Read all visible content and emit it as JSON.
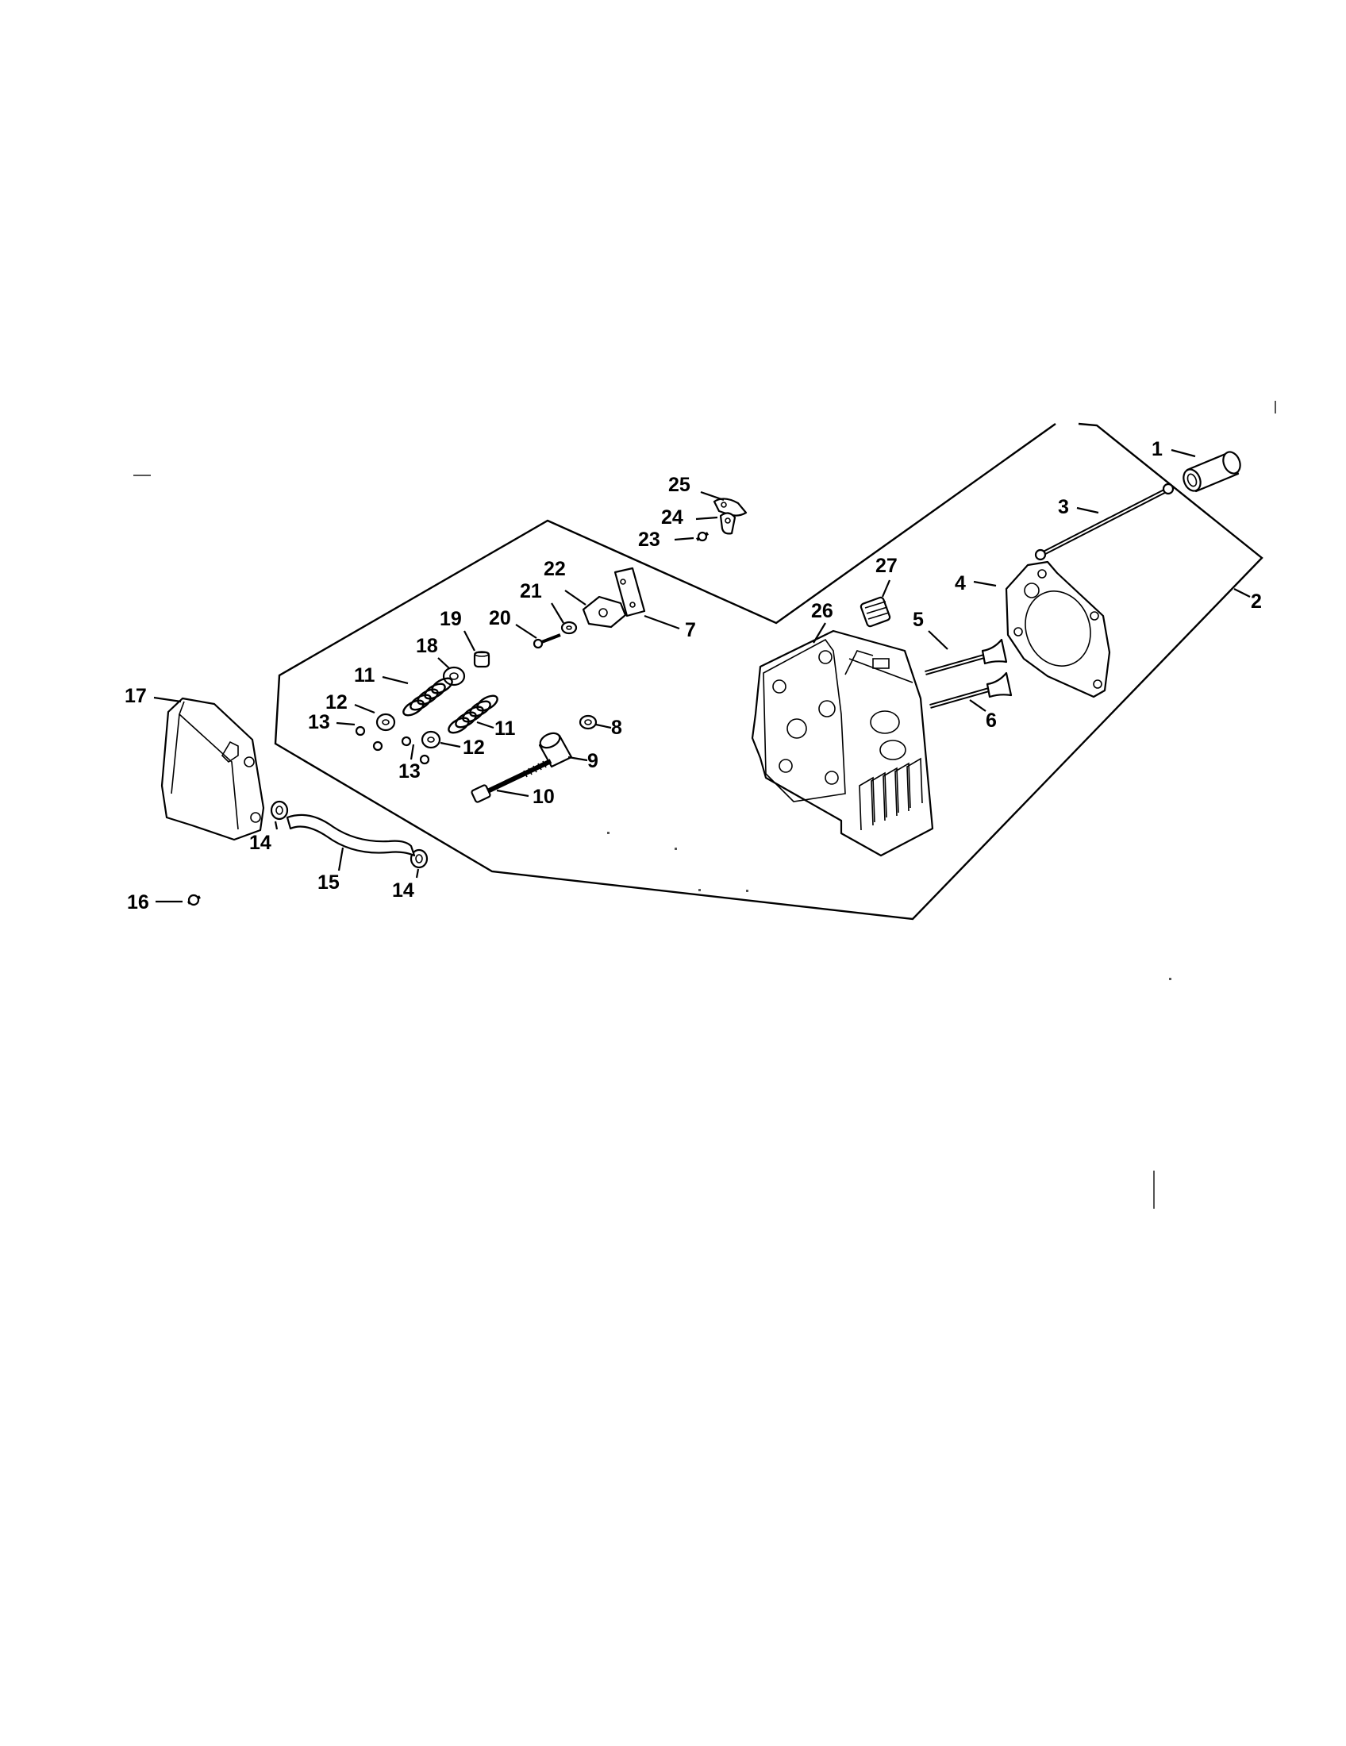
{
  "diagram": {
    "colors": {
      "ink": "#000000",
      "paper": "#ffffff"
    },
    "callouts": {
      "c1": "1",
      "c2": "2",
      "c3": "3",
      "c4": "4",
      "c5": "5",
      "c6": "6",
      "c7": "7",
      "c8": "8",
      "c9": "9",
      "c10": "10",
      "c11a": "11",
      "c11b": "11",
      "c12a": "12",
      "c12b": "12",
      "c13a": "13",
      "c13b": "13",
      "c14a": "14",
      "c14b": "14",
      "c15": "15",
      "c16": "16",
      "c17": "17",
      "c18": "18",
      "c19": "19",
      "c20": "20",
      "c21": "21",
      "c22": "22",
      "c23": "23",
      "c24": "24",
      "c25": "25",
      "c26": "26",
      "c27": "27"
    }
  }
}
